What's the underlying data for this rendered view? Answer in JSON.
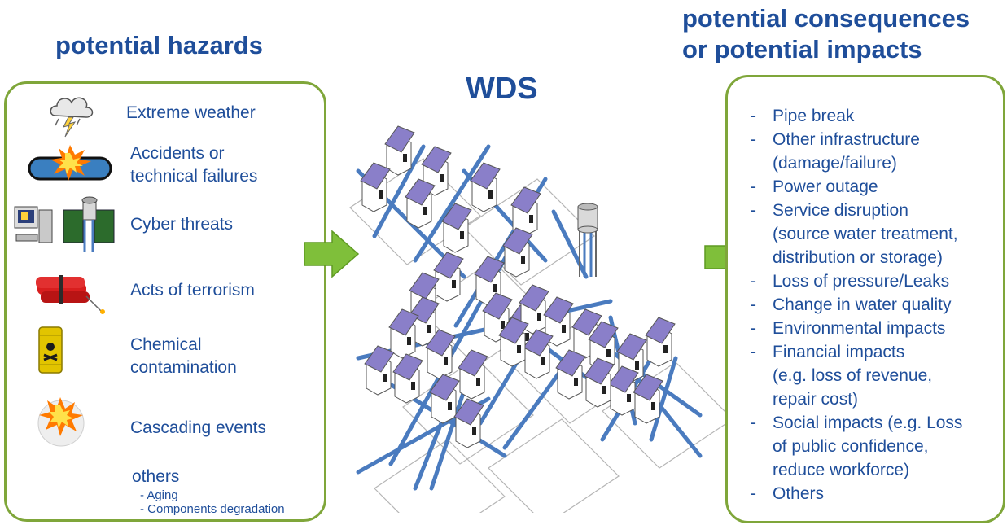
{
  "headings": {
    "hazards": "potential hazards",
    "wds": "WDS",
    "consequences_line1": "potential consequences",
    "consequences_line2": "or potential impacts"
  },
  "hazards": [
    {
      "icon": "storm-cloud-icon",
      "lines": [
        "Extreme weather"
      ]
    },
    {
      "icon": "pipe-explosion-icon",
      "lines": [
        "Accidents or",
        "technical failures"
      ]
    },
    {
      "icon": "computer-tower-icon",
      "lines": [
        "Cyber threats"
      ]
    },
    {
      "icon": "dynamite-icon",
      "lines": [
        "Acts of terrorism"
      ]
    },
    {
      "icon": "toxic-barrel-icon",
      "lines": [
        "Chemical",
        "contamination"
      ]
    },
    {
      "icon": "explosion-icon",
      "lines": [
        "Cascading events"
      ]
    }
  ],
  "others": {
    "label": "others",
    "sub": [
      "- Aging",
      "- Components degradation"
    ]
  },
  "consequences": [
    {
      "dash": "-",
      "lines": [
        "Pipe break"
      ]
    },
    {
      "dash": "-",
      "lines": [
        "Other infrastructure",
        "(damage/failure)"
      ]
    },
    {
      "dash": "-",
      "lines": [
        "Power outage"
      ]
    },
    {
      "dash": "-",
      "lines": [
        "Service disruption",
        "(source water treatment,",
        "distribution or storage)"
      ]
    },
    {
      "dash": "-",
      "lines": [
        "Loss of pressure/Leaks"
      ]
    },
    {
      "dash": "-",
      "lines": [
        "Change in water quality"
      ]
    },
    {
      "dash": "-",
      "lines": [
        "Environmental impacts"
      ]
    },
    {
      "dash": "-",
      "lines": [
        "Financial impacts",
        "(e.g. loss of revenue,",
        "repair cost)"
      ]
    },
    {
      "dash": "-",
      "lines": [
        "Social impacts (e.g. Loss",
        "of public confidence,",
        "reduce workforce)"
      ]
    },
    {
      "dash": "-",
      "lines": [
        "Others"
      ]
    }
  ],
  "colors": {
    "heading": "#1f4e9a",
    "panel_border": "#7fa63a",
    "arrow": "#7fbf3a",
    "pipe": "#4a7bbf",
    "roof": "#8a7fc9"
  }
}
